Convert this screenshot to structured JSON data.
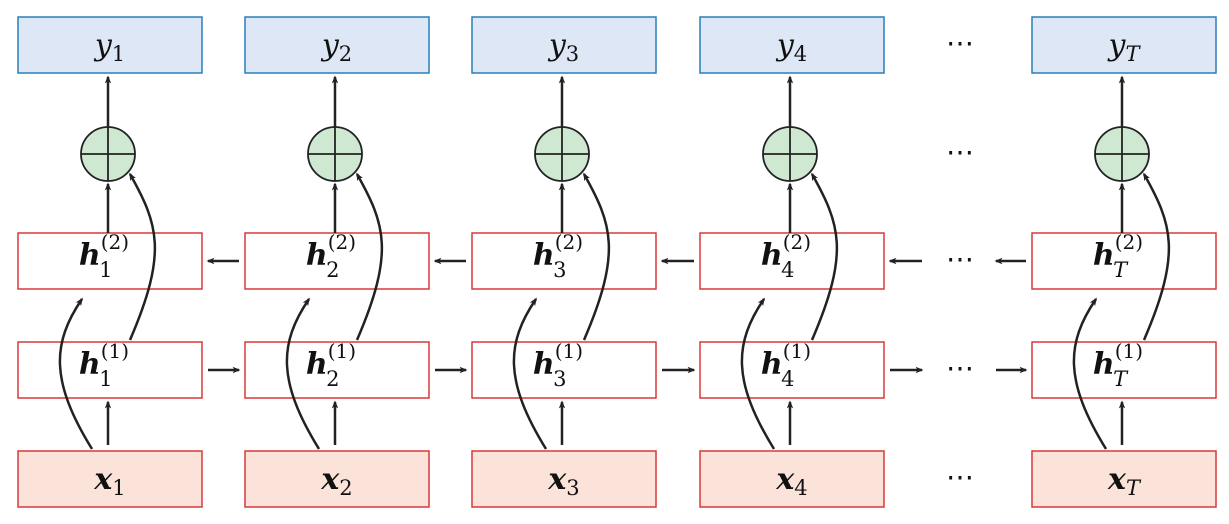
{
  "columns": [
    {
      "y": {
        "base": "y",
        "sub": "1"
      },
      "h2": {
        "base": "h",
        "sub": "1",
        "sup": "(2)"
      },
      "h1": {
        "base": "h",
        "sub": "1",
        "sup": "(1)"
      },
      "x": {
        "base": "x",
        "sub": "1"
      }
    },
    {
      "y": {
        "base": "y",
        "sub": "2"
      },
      "h2": {
        "base": "h",
        "sub": "2",
        "sup": "(2)"
      },
      "h1": {
        "base": "h",
        "sub": "2",
        "sup": "(1)"
      },
      "x": {
        "base": "x",
        "sub": "2"
      }
    },
    {
      "y": {
        "base": "y",
        "sub": "3"
      },
      "h2": {
        "base": "h",
        "sub": "3",
        "sup": "(2)"
      },
      "h1": {
        "base": "h",
        "sub": "3",
        "sup": "(1)"
      },
      "x": {
        "base": "x",
        "sub": "3"
      }
    },
    {
      "y": {
        "base": "y",
        "sub": "4"
      },
      "h2": {
        "base": "h",
        "sub": "4",
        "sup": "(2)"
      },
      "h1": {
        "base": "h",
        "sub": "4",
        "sup": "(1)"
      },
      "x": {
        "base": "x",
        "sub": "4"
      }
    },
    {
      "y": {
        "base": "y",
        "sub": "T"
      },
      "h2": {
        "base": "h",
        "sub": "T",
        "sup": "(2)"
      },
      "h1": {
        "base": "h",
        "sub": "T",
        "sup": "(1)"
      },
      "x": {
        "base": "x",
        "sub": "T"
      }
    }
  ],
  "ellipsis": "⋯",
  "colors": {
    "output_fill": "#dde7f5",
    "output_stroke": "#2a7fb8",
    "hidden_stroke": "#d9383a",
    "input_fill": "#fbe3da",
    "input_stroke": "#d9383a",
    "sum_fill": "#cfe8d2",
    "arrow": "#222222"
  }
}
